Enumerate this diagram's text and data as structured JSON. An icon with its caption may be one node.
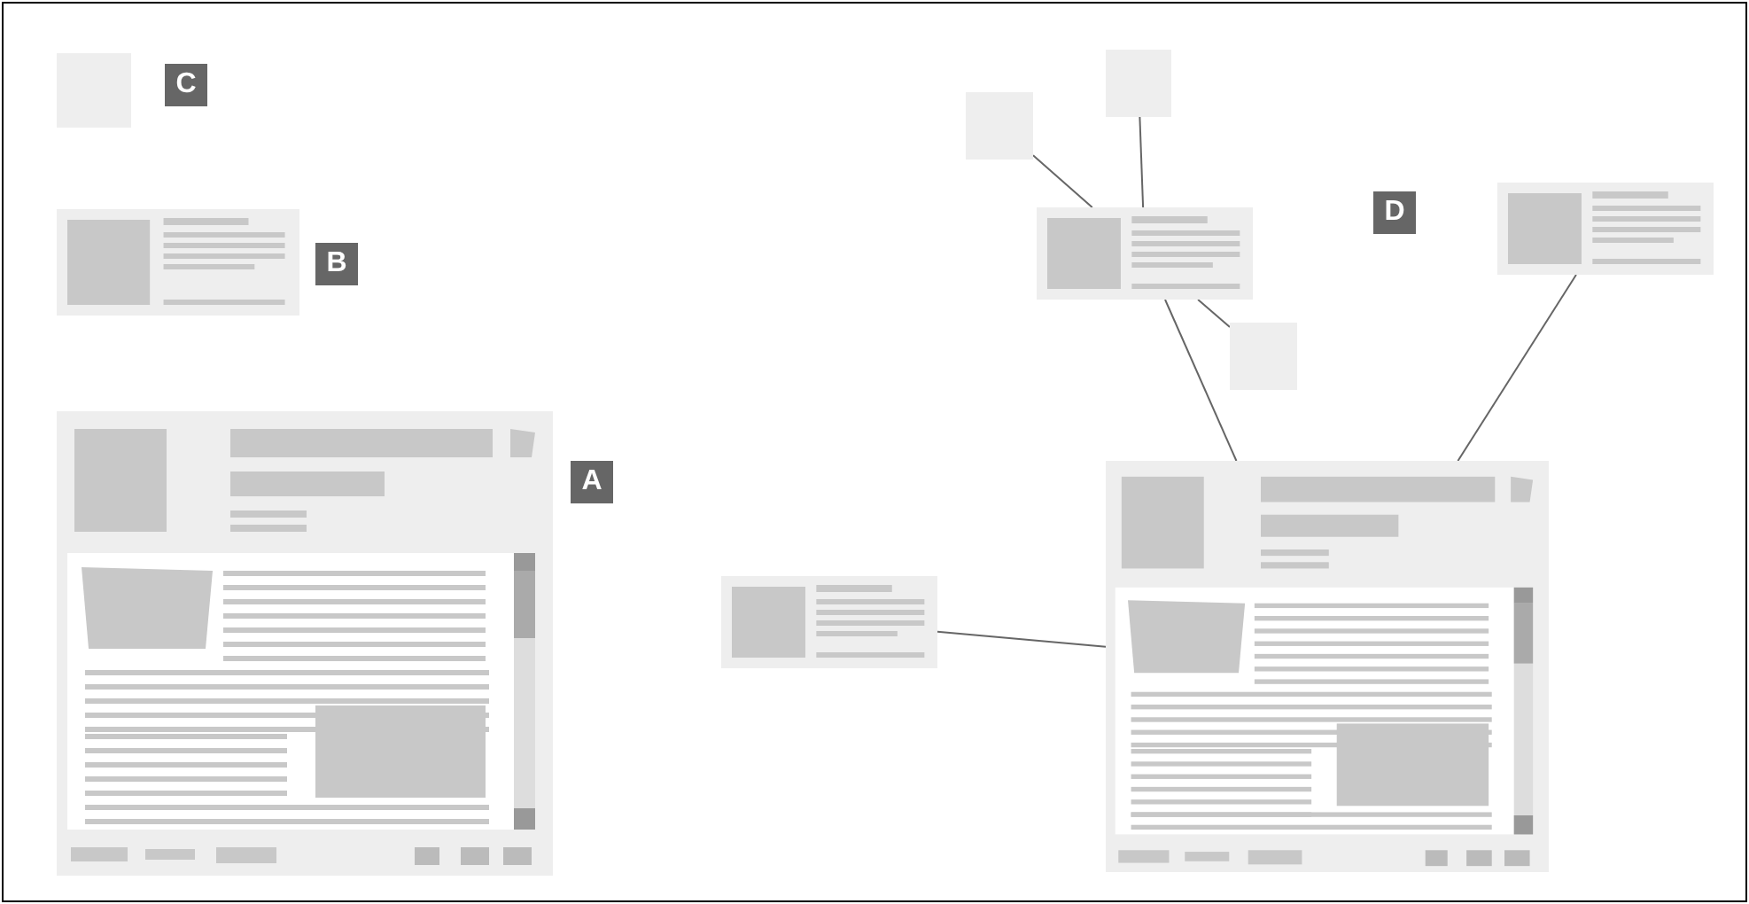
{
  "diagram": {
    "nodes": [
      {
        "text": [],
        "shape": "box",
        "beside": [
          "C"
        ]
      },
      {
        "text": [],
        "shape": "picture",
        "beside": [
          "B"
        ]
      },
      {
        "text": [],
        "shape": "picture",
        "beside": [
          "A"
        ]
      },
      {
        "text": [],
        "shape": "box"
      },
      {
        "text": [],
        "shape": "box"
      },
      {
        "text": [],
        "shape": "picture"
      },
      {
        "text": [],
        "shape": "box"
      },
      {
        "text": [],
        "shape": "picture"
      },
      {
        "text": [],
        "shape": "picture"
      },
      {
        "text": [],
        "shape": "picture"
      }
    ],
    "edges": [
      {
        "from": 3,
        "to": 5,
        "arrow": "none"
      },
      {
        "from": 4,
        "to": 5,
        "arrow": "none"
      },
      {
        "from": 5,
        "to": 6,
        "arrow": "none"
      },
      {
        "from": 5,
        "to": 9,
        "arrow": "none"
      },
      {
        "from": 7,
        "to": 9,
        "arrow": "none"
      },
      {
        "from": 8,
        "to": 9,
        "arrow": "none"
      }
    ],
    "labels": [
      "D"
    ]
  }
}
